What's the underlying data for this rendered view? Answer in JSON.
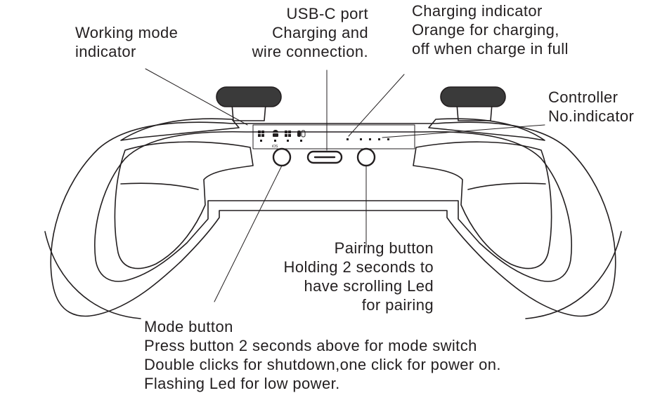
{
  "labels": {
    "working_mode": [
      "Working mode",
      "indicator"
    ],
    "usb_c": [
      "USB-C port",
      "Charging and",
      "wire connection."
    ],
    "charging_indicator": [
      "Charging indicator",
      "Orange for charging,",
      "off when charge in full"
    ],
    "controller_no": [
      "Controller",
      "No.indicator"
    ],
    "pairing": [
      "Pairing button",
      "Holding 2 seconds to",
      "have scrolling Led",
      "for pairing"
    ],
    "mode_button": [
      "Mode button",
      "Press button 2 seconds above for mode switch",
      "Double clicks for shutdown,one click for power on.",
      "Flashing Led for low power."
    ]
  },
  "small_marks": {
    "ios": "iOS"
  },
  "icons": [
    "windows-icon",
    "android-icon",
    "windows-icon",
    "switch-icon"
  ],
  "colors": {
    "line": "#231f20",
    "stick": "#3a3a3a",
    "background": "#ffffff"
  }
}
